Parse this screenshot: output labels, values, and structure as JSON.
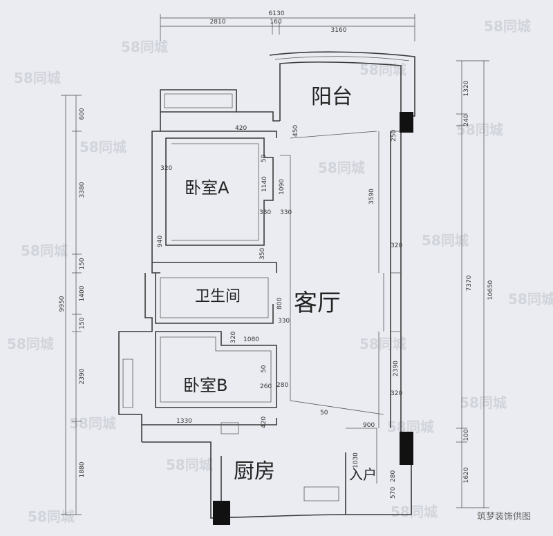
{
  "rooms": {
    "balcony": "阳台",
    "bedroom_a": "卧室A",
    "bathroom": "卫生间",
    "living_room": "客厅",
    "bedroom_b": "卧室B",
    "kitchen": "厨房",
    "entrance": "入户"
  },
  "dimensions": {
    "top_total": "6130",
    "top_left": "2810",
    "top_mid": "160",
    "top_right": "3160",
    "left_total": "9950",
    "left_600": "600",
    "left_3380": "3380",
    "left_150a": "150",
    "left_1400": "1400",
    "left_150b": "150",
    "left_2390": "2390",
    "left_1880": "1880",
    "right_total": "10650",
    "right_1320": "1320",
    "right_240": "240",
    "right_7370": "7370",
    "right_100": "100",
    "right_1620": "1620",
    "inner_420": "420",
    "inner_450": "450",
    "bed_a_320": "320",
    "bed_a_50a": "50",
    "bed_a_1140": "1140",
    "bed_a_1090": "1090",
    "bed_a_330a": "330",
    "bed_a_330b": "330",
    "bed_a_940": "940",
    "bed_a_350": "350",
    "live_250": "250",
    "live_3590": "3590",
    "live_320a": "320",
    "bath_800": "800",
    "bath_330": "330",
    "mid_320": "320",
    "mid_1080": "1080",
    "bed_b_50": "50",
    "bed_b_260": "260",
    "bed_b_280": "280",
    "bed_b_1330": "1330",
    "bed_b_420": "420",
    "live_2390": "2390",
    "live_320b": "320",
    "hall_50": "50",
    "hall_900": "900",
    "hall_1030": "1030",
    "hall_280": "280",
    "hall_570": "570"
  },
  "watermark": {
    "brand": "58同城",
    "credit": "筑梦装饰供图"
  }
}
